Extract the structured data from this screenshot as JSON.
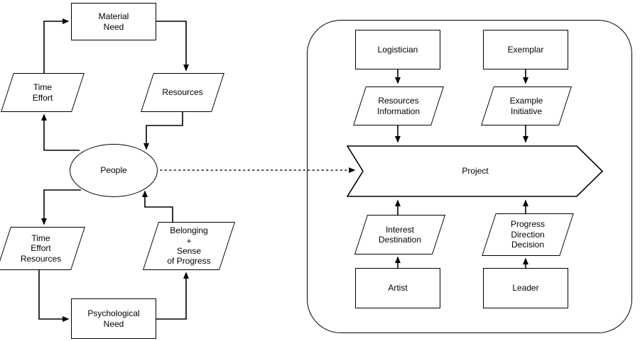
{
  "diagram_type": "flowchart",
  "colors": {
    "stroke": "#000000",
    "fill": "#ffffff",
    "background": "#ffffff"
  },
  "left_cycle": {
    "material_need": "Material\nNeed",
    "time_effort": "Time\nEffort",
    "resources": "Resources",
    "people": "People",
    "time_effort_resources": "Time\nEffort\nResources",
    "belonging": "Belonging\n+\nSense\nof Progress",
    "psychological_need": "Psychological\nNeed"
  },
  "project_group": {
    "logistician": "Logistician",
    "exemplar": "Exemplar",
    "resources_information": "Resources\nInformation",
    "example_initiative": "Example\nInitiative",
    "project": "Project",
    "interest_destination": "Interest\nDestination",
    "progress_direction_decision": "Progress\nDirection\nDecision",
    "artist": "Artist",
    "leader": "Leader"
  }
}
